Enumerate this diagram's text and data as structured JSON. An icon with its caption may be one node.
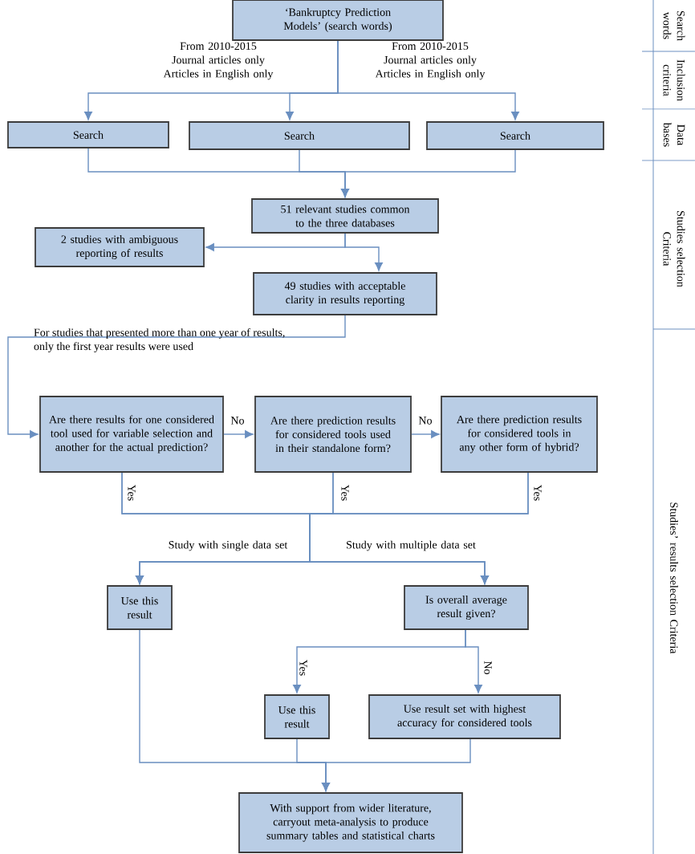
{
  "diagram": {
    "nodes": [
      {
        "text": [
          "‘Bankruptcy Prediction Models’ (search words)"
        ]
      },
      {
        "text": [
          "Search"
        ]
      },
      {
        "text": [
          "Search"
        ]
      },
      {
        "text": [
          "Search"
        ]
      },
      {
        "text": [
          "51 relevant studies common to the three databases"
        ]
      },
      {
        "text": [
          "2 studies with ambiguous reporting of results"
        ]
      },
      {
        "text": [
          "49 studies with acceptable clarity in results reporting"
        ]
      },
      {
        "text": [
          "Are there results for one considered tool used for variable selection and another for the actual prediction?"
        ]
      },
      {
        "text": [
          "Are there prediction results for considered tools used in their standalone form?"
        ]
      },
      {
        "text": [
          "Are there prediction results for considered tools in any other form of hybrid?"
        ]
      },
      {
        "text": [
          "Use this result"
        ]
      },
      {
        "text": [
          "Is overall average result given?"
        ]
      },
      {
        "text": [
          "Use this result"
        ]
      },
      {
        "text": [
          "Use result set with highest accuracy for considered tools"
        ]
      },
      {
        "text": [
          "With support from wider literature, carryout meta-analysis to produce summary tables and statistical charts"
        ]
      }
    ],
    "edges": [
      {
        "from": 0,
        "to": 1,
        "arrow": "to"
      },
      {
        "from": 0,
        "to": 2,
        "arrow": "to"
      },
      {
        "from": 0,
        "to": 3,
        "arrow": "to"
      },
      {
        "from": 1,
        "to": 4,
        "arrow": "to"
      },
      {
        "from": 2,
        "to": 4,
        "arrow": "to"
      },
      {
        "from": 3,
        "to": 4,
        "arrow": "to"
      },
      {
        "from": 4,
        "to": 5,
        "arrow": "to"
      },
      {
        "from": 4,
        "to": 6,
        "arrow": "to"
      },
      {
        "from": 6,
        "to": 7,
        "arrow": "to"
      },
      {
        "from": 7,
        "to": 8,
        "arrow": "to",
        "label": "No"
      },
      {
        "from": 8,
        "to": 9,
        "arrow": "to",
        "label": "No"
      },
      {
        "from": 7,
        "to": 10,
        "arrow": "to"
      },
      {
        "from": 8,
        "to": 10,
        "arrow": "to"
      },
      {
        "from": 9,
        "to": 10,
        "arrow": "to"
      },
      {
        "from": 7,
        "to": 11,
        "arrow": "to"
      },
      {
        "from": 8,
        "to": 11,
        "arrow": "to"
      },
      {
        "from": 9,
        "to": 11,
        "arrow": "to"
      },
      {
        "from": 11,
        "to": 12,
        "arrow": "to",
        "label": "Yes"
      },
      {
        "from": 11,
        "to": 13,
        "arrow": "to",
        "label": "No"
      },
      {
        "from": 10,
        "to": 14,
        "arrow": "to"
      },
      {
        "from": 12,
        "to": 14,
        "arrow": "to"
      },
      {
        "from": 13,
        "to": 14,
        "arrow": "to"
      }
    ],
    "labels": [
      "From 2010-2015 Journal articles only Articles in English only",
      "From 2010-2015 Journal articles only Articles in English only",
      "For studies that presented more than one year of results, only the first year results were used",
      "Yes",
      "Yes",
      "Yes",
      "Study with single data set",
      "Study with multiple data set",
      "Search words",
      "Inclusion criteria",
      "Data bases",
      "Studies selection Criteria",
      "Studies’ results selection Criteria"
    ]
  }
}
